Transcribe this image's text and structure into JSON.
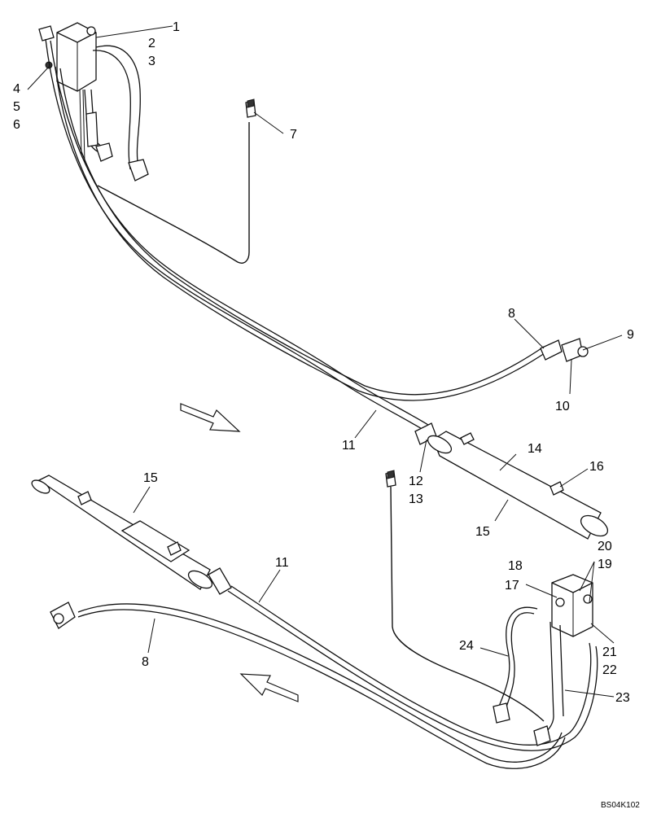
{
  "diagram": {
    "code": "BS04K102",
    "callouts": [
      {
        "id": "c1",
        "text": "1"
      },
      {
        "id": "c2",
        "text": "2"
      },
      {
        "id": "c3",
        "text": "3"
      },
      {
        "id": "c4",
        "text": "4"
      },
      {
        "id": "c5",
        "text": "5"
      },
      {
        "id": "c6",
        "text": "6"
      },
      {
        "id": "c7",
        "text": "7"
      },
      {
        "id": "c8a",
        "text": "8"
      },
      {
        "id": "c9",
        "text": "9"
      },
      {
        "id": "c10",
        "text": "10"
      },
      {
        "id": "c11a",
        "text": "11"
      },
      {
        "id": "c12",
        "text": "12"
      },
      {
        "id": "c13",
        "text": "13"
      },
      {
        "id": "c14",
        "text": "14"
      },
      {
        "id": "c15a",
        "text": "15"
      },
      {
        "id": "c16",
        "text": "16"
      },
      {
        "id": "c15b",
        "text": "15"
      },
      {
        "id": "c11b",
        "text": "11"
      },
      {
        "id": "c8b",
        "text": "8"
      },
      {
        "id": "c17",
        "text": "17"
      },
      {
        "id": "c18",
        "text": "18"
      },
      {
        "id": "c19",
        "text": "19"
      },
      {
        "id": "c20",
        "text": "20"
      },
      {
        "id": "c21",
        "text": "21"
      },
      {
        "id": "c22",
        "text": "22"
      },
      {
        "id": "c23",
        "text": "23"
      },
      {
        "id": "c24",
        "text": "24"
      }
    ]
  }
}
